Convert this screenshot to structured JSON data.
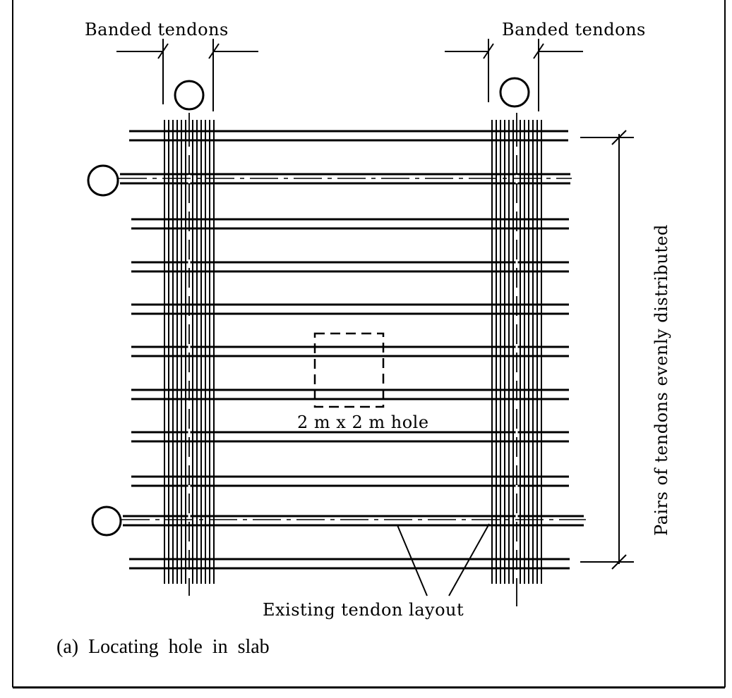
{
  "diagram": {
    "labels": {
      "banded_left": "Banded tendons",
      "banded_right": "Banded tendons",
      "pairs": "Pairs of tendons evenly distributed",
      "hole": "2 m x 2 m hole",
      "existing": "Existing tendon layout"
    },
    "caption": "(a)  Locating  hole  in  slab",
    "colors": {
      "line": "#000000",
      "background": "#ffffff"
    }
  }
}
